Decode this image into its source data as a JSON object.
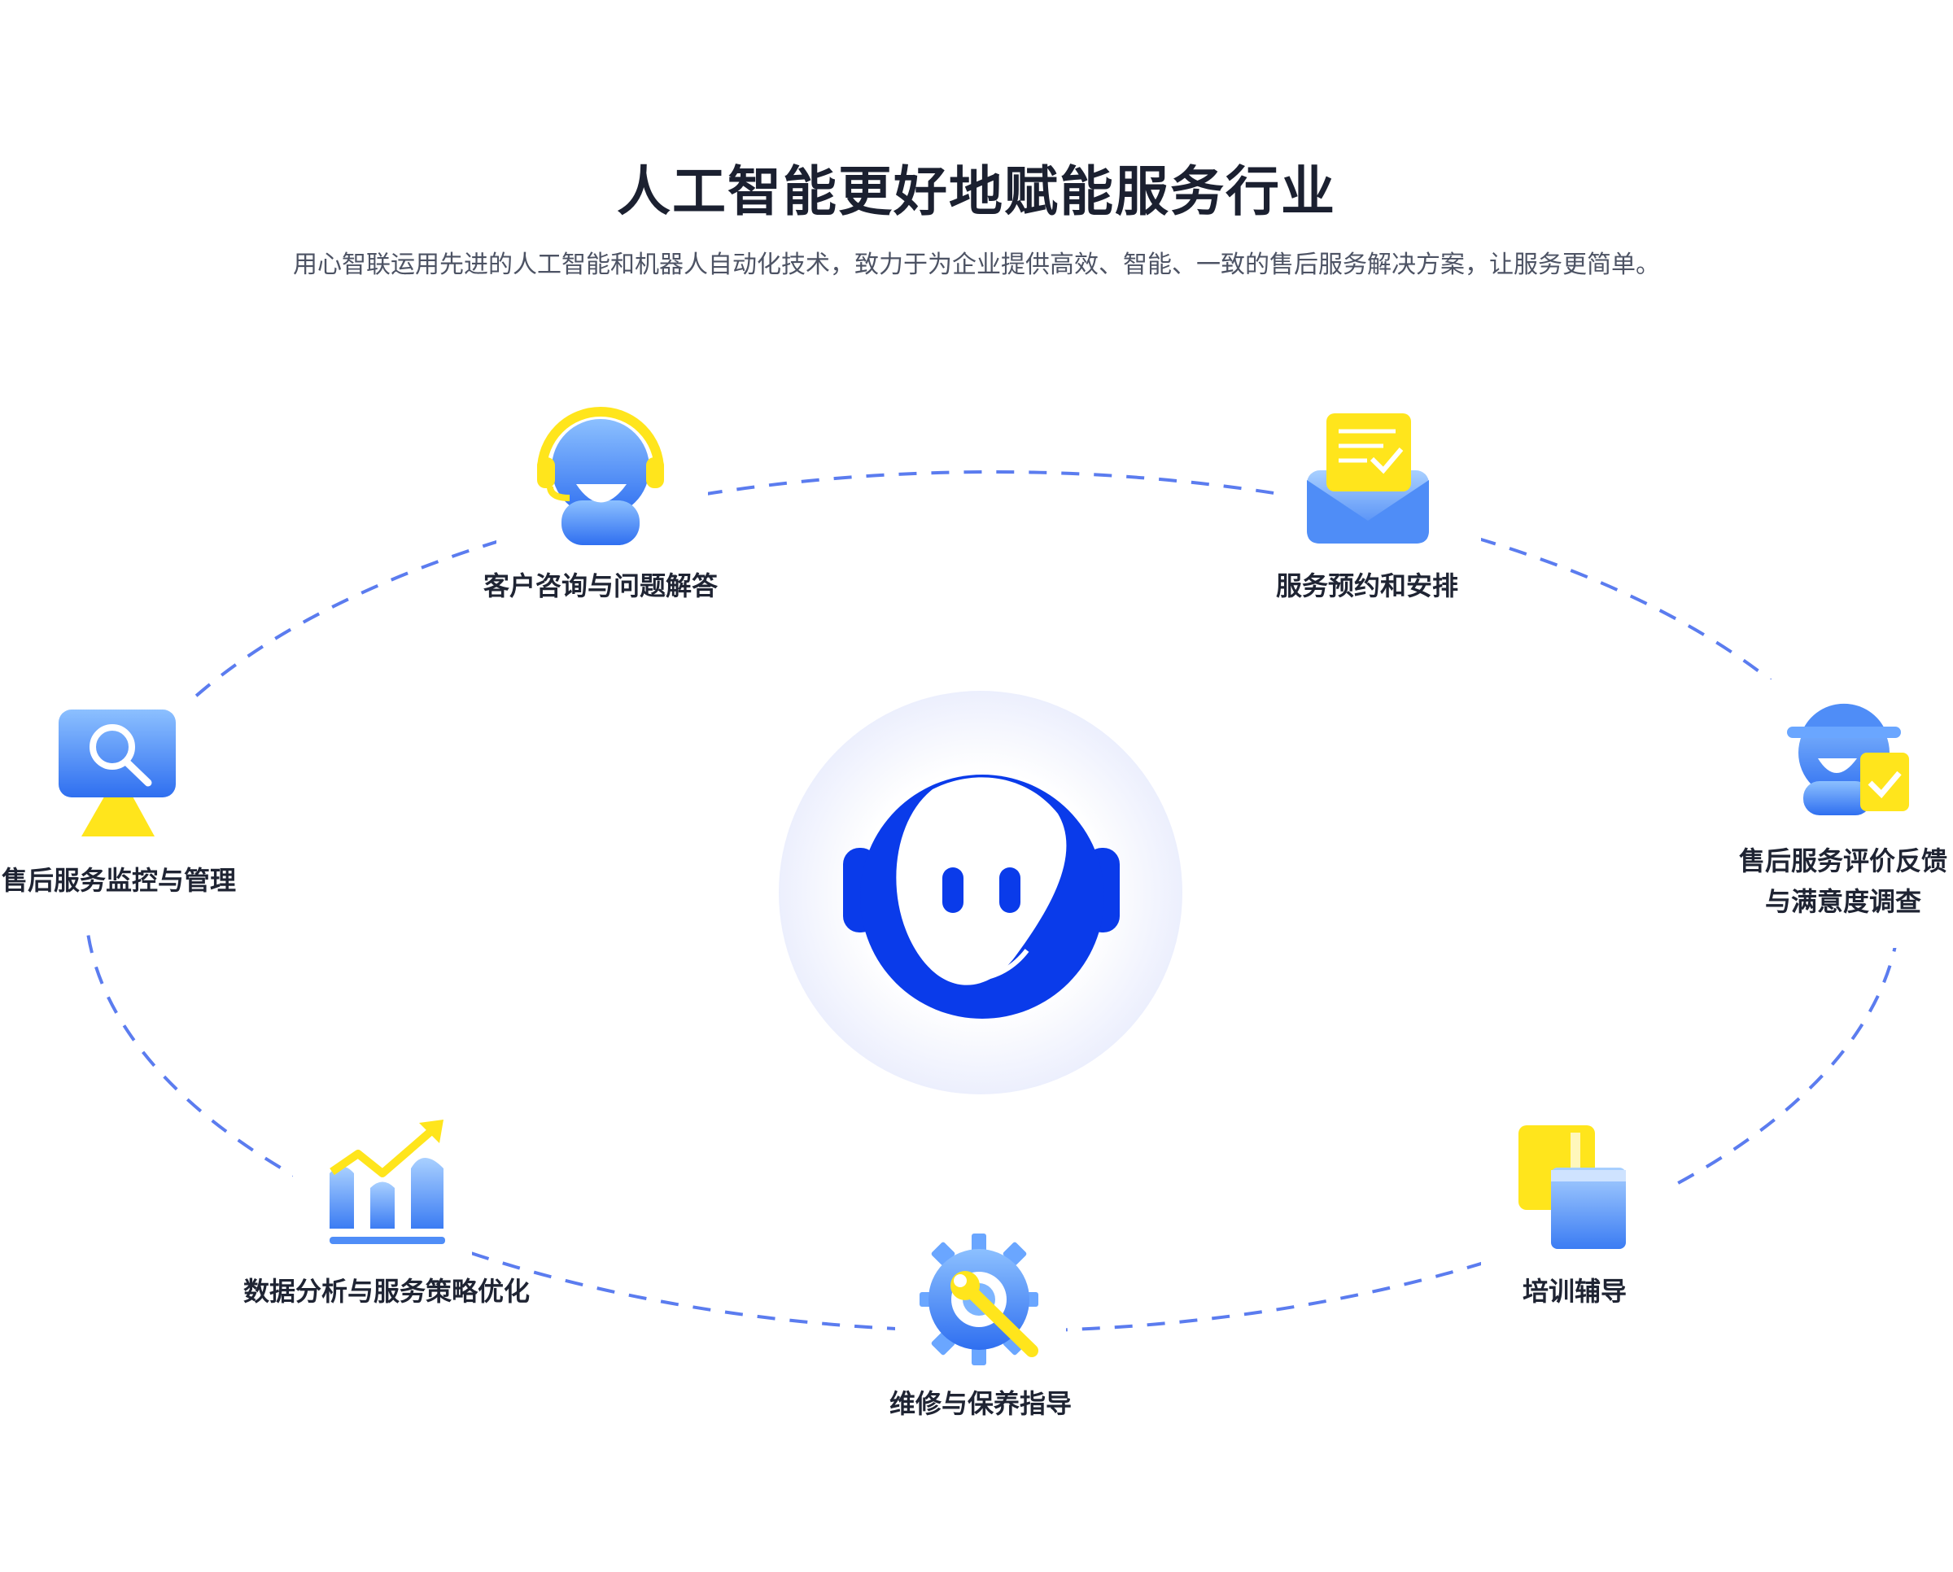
{
  "header": {
    "title": "人工智能更好地赋能服务行业",
    "subtitle": "用心智联运用先进的人工智能和机器人自动化技术，致力于为企业提供高效、智能、一致的售后服务解决方案，让服务更简单。"
  },
  "center": {
    "icon": "robot-head-logo-icon"
  },
  "nodes": [
    {
      "id": "consult",
      "label": "客户咨询与问题解答",
      "icon": "headset-agent-icon"
    },
    {
      "id": "booking",
      "label": "服务预约和安排",
      "icon": "envelope-checklist-icon"
    },
    {
      "id": "feedback",
      "label": "售后服务评价反馈",
      "label2": "与满意度调查",
      "icon": "worker-check-icon"
    },
    {
      "id": "training",
      "label": "培训辅导",
      "icon": "books-icon"
    },
    {
      "id": "repair",
      "label": "维修与保养指导",
      "icon": "gear-wrench-icon"
    },
    {
      "id": "analysis",
      "label": "数据分析与服务策略优化",
      "icon": "bar-chart-trend-icon"
    },
    {
      "id": "monitor",
      "label": "售后服务监控与管理",
      "icon": "monitor-search-icon"
    }
  ],
  "colors": {
    "blue_dark": "#0a3bea",
    "blue_light": "#7db5ff",
    "blue_mid": "#3f86f5",
    "yellow": "#ffe51c",
    "dash": "#5b7cef"
  }
}
